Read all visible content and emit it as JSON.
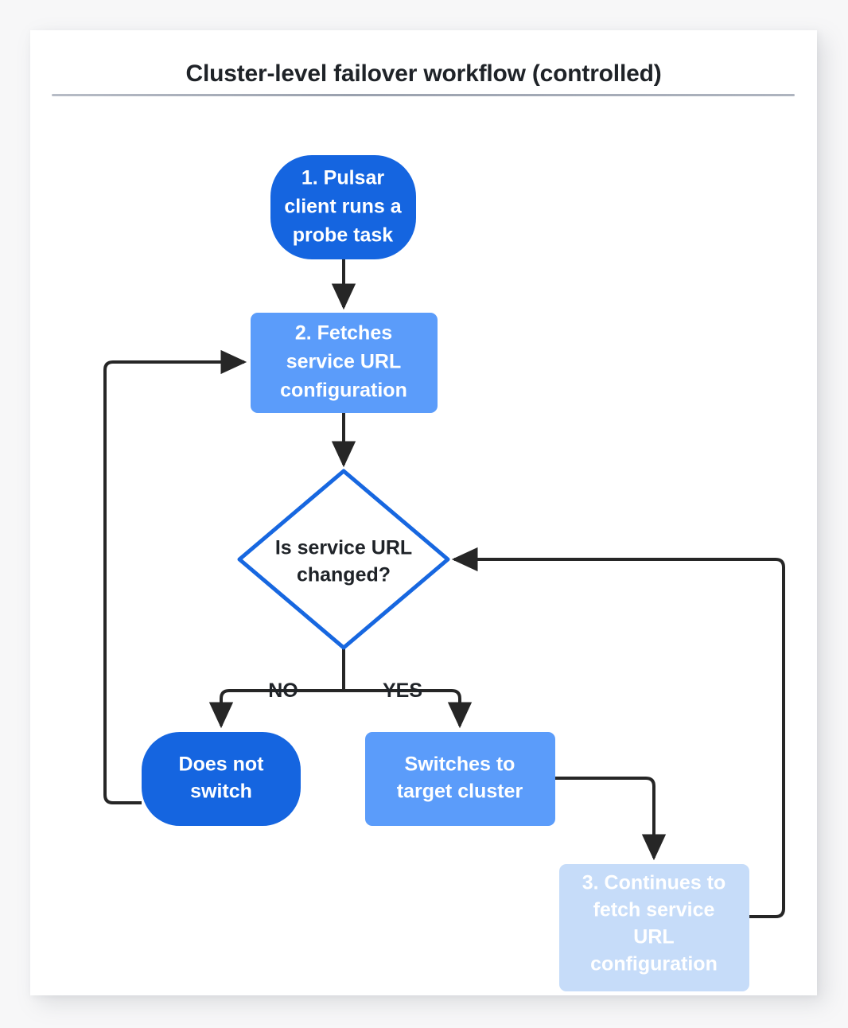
{
  "page": {
    "title": "Cluster-level failover workflow (controlled)"
  },
  "palette": {
    "page_background": "#f7f7f8",
    "card_background": "#ffffff",
    "strong_blue": "#1565e0",
    "medium_blue": "#5b9cfa",
    "pale_blue": "#c6dcf9",
    "decision_border": "#1767e0",
    "connector": "#262626",
    "title_text": "#1f2328",
    "rule": "#9aa1ae"
  },
  "chart_data": {
    "type": "diagram",
    "title": "Cluster-level failover workflow (controlled)",
    "nodes": [
      {
        "id": "step1",
        "shape": "stadium",
        "label": "1. Pulsar client runs a probe task",
        "lines": [
          "1. Pulsar",
          "client runs a",
          "probe task"
        ],
        "fill": "#1565e0",
        "text_color": "#ffffff"
      },
      {
        "id": "step2",
        "shape": "rounded-rect",
        "label": "2. Fetches service URL configuration",
        "lines": [
          "2. Fetches",
          "service URL",
          "configuration"
        ],
        "fill": "#5b9cfa",
        "text_color": "#ffffff"
      },
      {
        "id": "decision",
        "shape": "diamond",
        "label": "Is service URL changed?",
        "lines": [
          "Is service URL",
          "changed?"
        ],
        "fill": "#ffffff",
        "stroke": "#1767e0",
        "text_color": "#1f2328"
      },
      {
        "id": "no_switch",
        "shape": "stadium",
        "label": "Does not switch",
        "lines": [
          "Does not",
          "switch"
        ],
        "fill": "#1565e0",
        "text_color": "#ffffff"
      },
      {
        "id": "switch",
        "shape": "rounded-rect",
        "label": "Switches to target cluster",
        "lines": [
          "Switches to",
          "target cluster"
        ],
        "fill": "#5b9cfa",
        "text_color": "#ffffff"
      },
      {
        "id": "step3",
        "shape": "rounded-rect",
        "label": "3. Continues to fetch service URL configuration",
        "lines": [
          "3. Continues to",
          "fetch service",
          "URL",
          "configuration"
        ],
        "fill": "#c6dcf9",
        "text_color": "#ffffff"
      }
    ],
    "edges": [
      {
        "from": "step1",
        "to": "step2",
        "label": ""
      },
      {
        "from": "step2",
        "to": "decision",
        "label": ""
      },
      {
        "from": "decision",
        "to": "no_switch",
        "label": "NO"
      },
      {
        "from": "decision",
        "to": "switch",
        "label": "YES"
      },
      {
        "from": "no_switch",
        "to": "step2",
        "label": ""
      },
      {
        "from": "switch",
        "to": "step3",
        "label": ""
      },
      {
        "from": "step3",
        "to": "decision",
        "label": ""
      }
    ],
    "edge_labels": [
      "NO",
      "YES"
    ]
  },
  "nodes": {
    "step1": {
      "line1": "1. Pulsar",
      "line2": "client runs a",
      "line3": "probe task"
    },
    "step2": {
      "line1": "2. Fetches",
      "line2": "service URL",
      "line3": "configuration"
    },
    "decision": {
      "line1": "Is service URL",
      "line2": "changed?"
    },
    "no_switch": {
      "line1": "Does not",
      "line2": "switch"
    },
    "switch": {
      "line1": "Switches to",
      "line2": "target cluster"
    },
    "step3": {
      "line1": "3. Continues to",
      "line2": "fetch service",
      "line3": "URL",
      "line4": "configuration"
    }
  },
  "labels": {
    "no": "NO",
    "yes": "YES"
  }
}
